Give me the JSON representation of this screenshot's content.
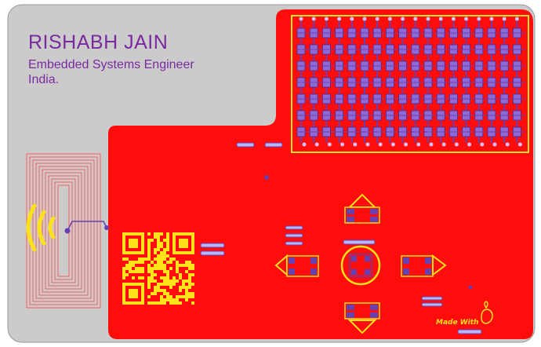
{
  "card": {
    "name": "RISHABH JAIN",
    "role": "Embedded Systems Engineer",
    "location": "India."
  },
  "footer": {
    "made_with": "Made With"
  },
  "colors": {
    "board_gray": "#cbcbcb",
    "copper_red": "#ff0d0d",
    "silk_yellow": "#ffe21a",
    "via_purple": "#6a3fb0",
    "text_purple": "#7a2aa0"
  }
}
